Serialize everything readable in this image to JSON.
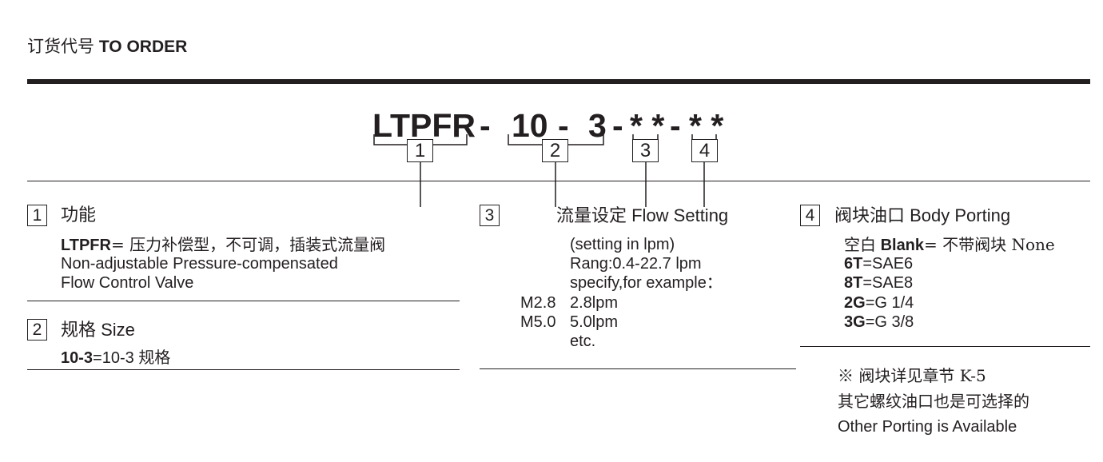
{
  "header": {
    "title_cn": "订货代号",
    "title_en": "TO ORDER"
  },
  "code": {
    "model": "LTPFR",
    "sep1": "-",
    "size": "10",
    "sep2": "-",
    "ports": "3",
    "sep3": "-",
    "flow": "* *",
    "sep4": "-",
    "body": "* *",
    "labels": [
      "1",
      "2",
      "3",
      "4"
    ]
  },
  "sections": {
    "function": {
      "num": "1",
      "heading": "功能",
      "line1_code": "LTPFR",
      "line1_rest": "= 压力补偿型，不可调，插装式流量阀",
      "line2": "Non-adjustable  Pressure-compensated",
      "line3": "Flow Control Valve"
    },
    "size": {
      "num": "2",
      "heading": "规格 Size",
      "line1_code": "10-3",
      "line1_rest": "=10-3 规格"
    },
    "flow": {
      "num": "3",
      "heading": "流量设定 Flow Setting",
      "line1": "(setting in lpm)",
      "line2": "Rang:0.4-22.7 lpm",
      "line3": "specify,for example：",
      "opt1_code": "M2.8",
      "opt1_value": "2.8lpm",
      "opt2_code": "M5.0",
      "opt2_value": "5.0lpm",
      "etc": "etc."
    },
    "body": {
      "num": "4",
      "heading": "阀块油口 Body Porting",
      "blank_cn": "空白",
      "blank_code": "Blank",
      "blank_rest": "= 不带阀块 None",
      "opt1_code": "6T",
      "opt1_rest": "=SAE6",
      "opt2_code": "8T",
      "opt2_rest": "=SAE8",
      "opt3_code": "2G",
      "opt3_rest": "=G 1/4",
      "opt4_code": "3G",
      "opt4_rest": "=G 3/8",
      "note1": "※ 阀块详见章节 K-5",
      "note2": "其它螺纹油口也是可选择的",
      "note3": "Other Porting is Available"
    }
  }
}
